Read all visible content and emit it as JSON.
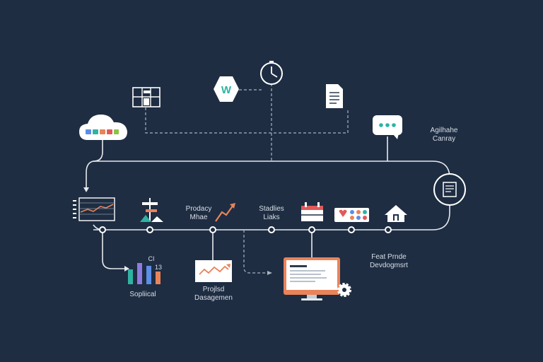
{
  "labels": {
    "agile_line1": "Agilhahe",
    "agile_line2": "Canray",
    "product_line1": "Prodacy",
    "product_line2": "Mhae",
    "studies_line1": "Stadlies",
    "studies_line2": "Liaks",
    "chart_mark_a": "CI",
    "chart_mark_b": "13",
    "supplied": "Sopliical",
    "project_line1": "Projlsd",
    "project_line2": "Dasagemen",
    "feat_line1": "Feat Prnde",
    "feat_line2": "Devdogmsrt"
  },
  "icons": {
    "hex_letter": "W"
  },
  "colors": {
    "background": "#1e2d42",
    "line": "#e6eaef",
    "accent_orange": "#e9835a",
    "accent_teal": "#2fb3a3"
  }
}
